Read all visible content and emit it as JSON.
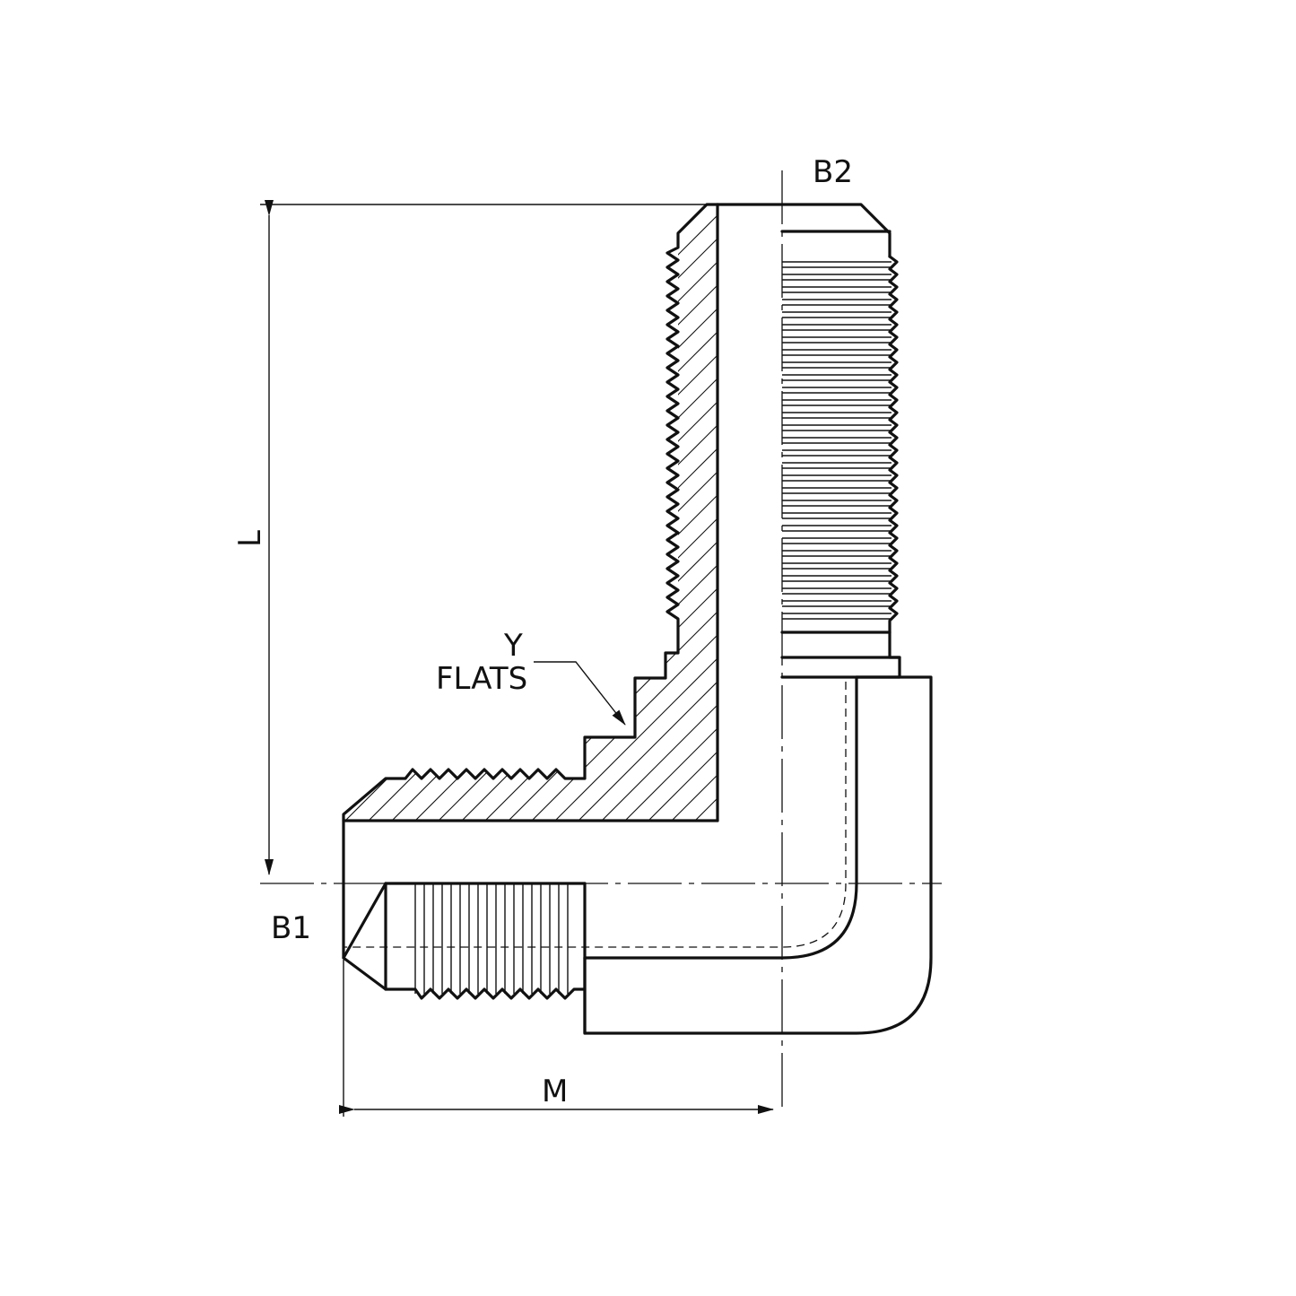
{
  "labels": {
    "b2": "B2",
    "b1": "B1",
    "l": "L",
    "m": "M",
    "y": "Y",
    "flats": "FLATS"
  }
}
